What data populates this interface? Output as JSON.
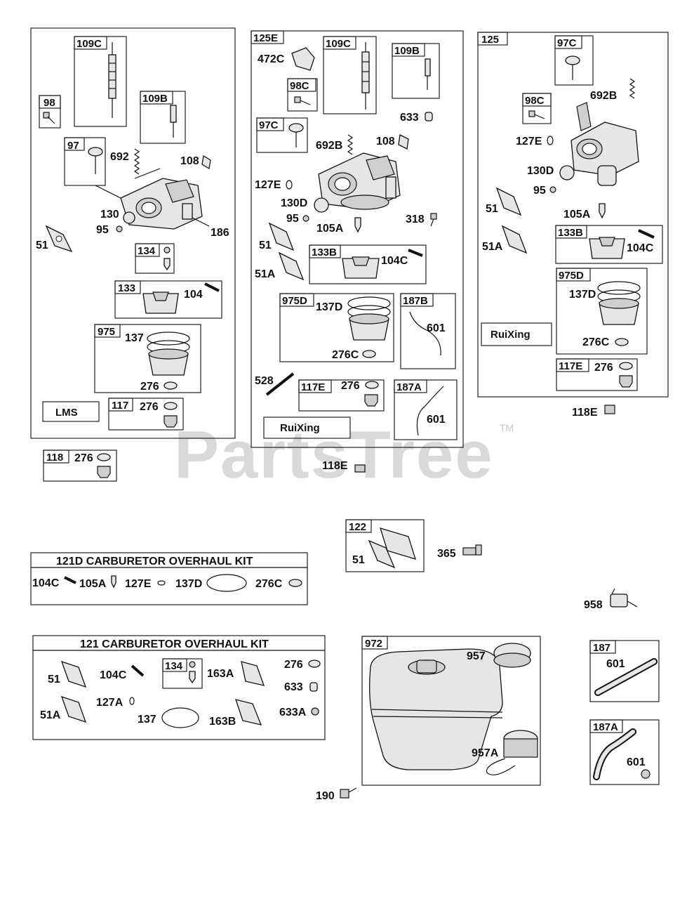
{
  "watermark": {
    "brand": "PartsTree",
    "tm": "TM"
  },
  "badges": {
    "lms": "LMS",
    "ruixing_center": "RuiXing",
    "ruixing_right": "RuiXing"
  },
  "kits": {
    "k121d": {
      "title": "121D CARBURETOR OVERHAUL KIT"
    },
    "k121": {
      "title": "121 CARBURETOR OVERHAUL KIT"
    }
  },
  "labels": {
    "l109c_a": "109C",
    "l98_a": "98",
    "l109b_a": "109B",
    "l97_a": "97",
    "l692_a": "692",
    "l108_a": "108",
    "l130_a": "130",
    "l95_a": "95",
    "l186_a": "186",
    "l51_a": "51",
    "l134_a": "134",
    "l133_a": "133",
    "l104_a": "104",
    "l975_a": "975",
    "l137_a": "137",
    "l276_a": "276",
    "l117_a": "117",
    "l276_b": "276",
    "l118_a": "118",
    "l276_c": "276",
    "l125e": "125E",
    "l472c": "472C",
    "l109c_b": "109C",
    "l109b_b": "109B",
    "l98c_b": "98C",
    "l633_b": "633",
    "l97c_b": "97C",
    "l692b_b": "692B",
    "l108_b": "108",
    "l127e_b": "127E",
    "l130d_b": "130D",
    "l95_b": "95",
    "l105a_b": "105A",
    "l318": "318",
    "l51_b": "51",
    "l51a_b": "51A",
    "l133b_b": "133B",
    "l104c_b": "104C",
    "l975d_b": "975D",
    "l137d_b": "137D",
    "l276c_b": "276C",
    "l187b": "187B",
    "l601_b": "601",
    "l528": "528",
    "l117e_b": "117E",
    "l276_d": "276",
    "l187a_b": "187A",
    "l601_c": "601",
    "l118e_b": "118E",
    "l125": "125",
    "l97c_c": "97C",
    "l98c_c": "98C",
    "l692b_c": "692B",
    "l127e_c": "127E",
    "l130d_c": "130D",
    "l95_c": "95",
    "l51_c": "51",
    "l105a_c": "105A",
    "l51a_c": "51A",
    "l133b_c": "133B",
    "l104c_c": "104C",
    "l975d_c": "975D",
    "l137d_c": "137D",
    "l276c_c": "276C",
    "l117e_c": "117E",
    "l276_e": "276",
    "l118e_c": "118E",
    "l122": "122",
    "l51_d": "51",
    "l365": "365",
    "l958": "958",
    "l104c_k1": "104C",
    "l105a_k1": "105A",
    "l127e_k1": "127E",
    "l137d_k1": "137D",
    "l276c_k1": "276C",
    "l51_k2": "51",
    "l104c_k2": "104C",
    "l134_k2": "134",
    "l163a": "163A",
    "l276_k2": "276",
    "l633_k2": "633",
    "l51a_k2": "51A",
    "l127a": "127A",
    "l137_k2": "137",
    "l163b": "163B",
    "l633a": "633A",
    "l972": "972",
    "l957": "957",
    "l957a": "957A",
    "l190": "190",
    "l187": "187",
    "l601_d": "601",
    "l187a_d": "187A",
    "l601_e": "601"
  }
}
